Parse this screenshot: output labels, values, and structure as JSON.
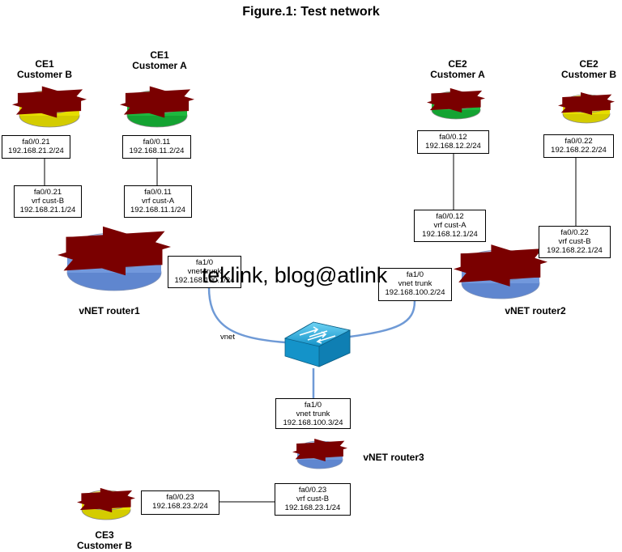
{
  "title": "Figure.1: Test network",
  "watermark": "teklink, blog@atlink",
  "link_label": "vnet",
  "devices": {
    "ce1_b": [
      "CE1",
      "Customer B"
    ],
    "ce1_a": [
      "CE1",
      "Customer A"
    ],
    "ce2_a": [
      "CE2",
      "Customer A"
    ],
    "ce2_b": [
      "CE2",
      "Customer B"
    ],
    "ce3_b": [
      "CE3",
      "Customer B"
    ],
    "vnet1": "vNET router1",
    "vnet2": "vNET router2",
    "vnet3": "vNET router3"
  },
  "boxes": {
    "ce1b_if": [
      "fa0/0.21",
      "192.168.21.2/24"
    ],
    "ce1a_if": [
      "fa0/0.11",
      "192.168.11.2/24"
    ],
    "r1_custb": [
      "fa0/0.21",
      "vrf cust-B",
      "192.168.21.1/24"
    ],
    "r1_custa": [
      "fa0/0.11",
      "vrf cust-A",
      "192.168.11.1/24"
    ],
    "ce2a_if": [
      "fa0/0.12",
      "192.168.12.2/24"
    ],
    "ce2b_if": [
      "fa0/0.22",
      "192.168.22.2/24"
    ],
    "r2_custa": [
      "fa0/0.12",
      "vrf cust-A",
      "192.168.12.1/24"
    ],
    "r2_custb": [
      "fa0/0.22",
      "vrf cust-B",
      "192.168.22.1/24"
    ],
    "r1_trunk": [
      "fa1/0",
      "vnet trunk",
      "192.168.100.1/24"
    ],
    "r2_trunk": [
      "fa1/0",
      "vnet trunk",
      "192.168.100.2/24"
    ],
    "r3_trunk": [
      "fa1/0",
      "vnet trunk",
      "192.168.100.3/24"
    ],
    "ce3_if": [
      "fa0/0.23",
      "192.168.23.2/24"
    ],
    "r3_custb": [
      "fa0/0.23",
      "vrf cust-B",
      "192.168.23.1/24"
    ]
  },
  "colors": {
    "ce_yellow": "#f7f20a",
    "ce_green": "#2fd14e",
    "vnet_blue": "#86a9e3",
    "switch_cyan": "#2cb4e6",
    "trunk_link": "#6f9ad6",
    "arrow_red": "#cc1111"
  }
}
